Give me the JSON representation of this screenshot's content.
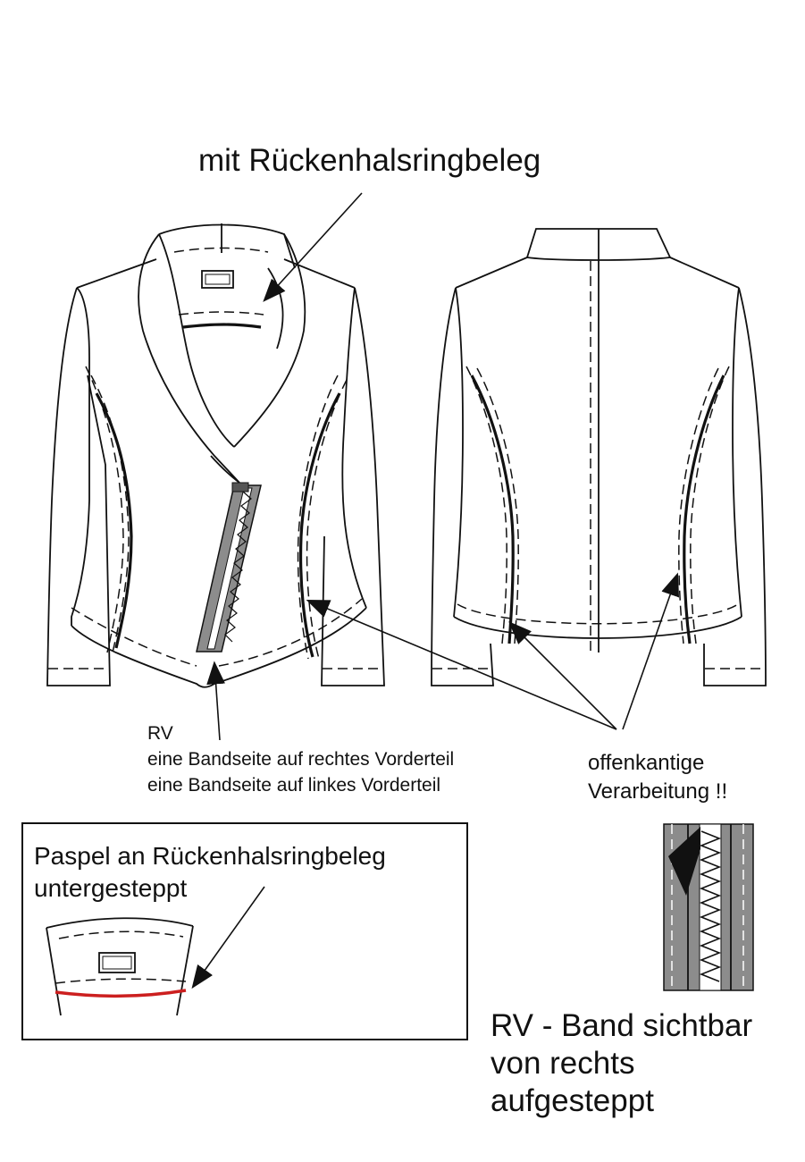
{
  "labels": {
    "title": "mit Rückenhalsringbeleg",
    "rv_lines": [
      "RV",
      "eine Bandseite auf rechtes Vorderteil",
      "eine Bandseite auf linkes Vorderteil"
    ],
    "edge_lines": [
      "offenkantige",
      "Verarbeitung !!"
    ],
    "inset_lines": [
      "Paspel an Rückenhalsringbeleg",
      "untergesteppt"
    ],
    "zip_lines": [
      "RV - Band sichtbar",
      "von rechts",
      "aufgesteppt"
    ]
  },
  "colors": {
    "outline": "#111111",
    "zip_tape": "#8c8c8c",
    "piping": "#cc1f1f"
  }
}
